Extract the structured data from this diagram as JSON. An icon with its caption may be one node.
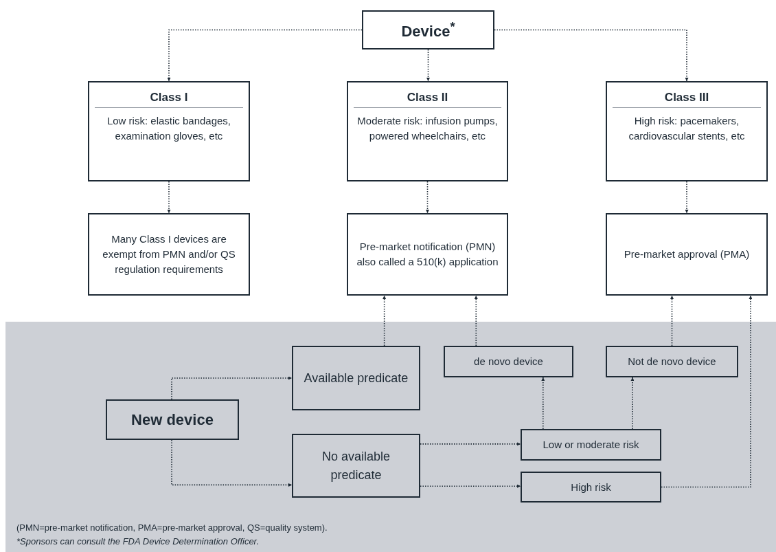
{
  "diagram": {
    "nodes": [
      {
        "text": [
          "Device$^{*}$"
        ]
      },
      {
        "text": [
          "Class I",
          "Low risk: elastic bandages, examination gloves, etc"
        ]
      },
      {
        "text": [
          "Class II",
          "Moderate risk: infusion pumps, powered wheelchairs, etc"
        ]
      },
      {
        "text": [
          "Class III",
          "High risk: pacemakers, cardiovascular stents, etc"
        ]
      },
      {
        "text": [
          "Many Class I devices are exempt from PMN and/or QS regulation requirements"
        ]
      },
      {
        "text": [
          "Pre-market notification (PMN) also called a 510(k) application"
        ]
      },
      {
        "text": [
          "Pre-market approval (PMA)"
        ]
      },
      {
        "text": [
          "Available predicate"
        ]
      },
      {
        "text": [
          "de novo device"
        ]
      },
      {
        "text": [
          "Not de novo device"
        ]
      },
      {
        "text": [
          "New device"
        ]
      },
      {
        "text": [
          "No available predicate"
        ]
      },
      {
        "text": [
          "Low or moderate risk"
        ]
      },
      {
        "text": [
          "High risk"
        ]
      }
    ],
    "edges": [
      {
        "from": 0,
        "to": 1,
        "arrow": "to"
      },
      {
        "from": 0,
        "to": 2,
        "arrow": "to"
      },
      {
        "from": 0,
        "to": 3,
        "arrow": "to"
      },
      {
        "from": 1,
        "to": 4,
        "arrow": "to"
      },
      {
        "from": 2,
        "to": 5,
        "arrow": "to"
      },
      {
        "from": 3,
        "to": 6,
        "arrow": "to"
      },
      {
        "from": 7,
        "to": 5,
        "arrow": "to"
      },
      {
        "from": 8,
        "to": 5,
        "arrow": "to"
      },
      {
        "from": 9,
        "to": 6,
        "arrow": "to"
      },
      {
        "from": 13,
        "to": 6,
        "arrow": "to"
      },
      {
        "from": 10,
        "to": 7,
        "arrow": "to"
      },
      {
        "from": 10,
        "to": 11,
        "arrow": "to"
      },
      {
        "from": 11,
        "to": 12,
        "arrow": "to"
      },
      {
        "from": 11,
        "to": 13,
        "arrow": "to"
      },
      {
        "from": 12,
        "to": 8,
        "arrow": "to"
      },
      {
        "from": 12,
        "to": 9,
        "arrow": "to"
      }
    ],
    "labels": [
      "(PMN=pre-market notification, PMA=pre-market approval, QS=quality system).",
      "*Sponsors can consult the FDA Device Determination Officer."
    ]
  }
}
